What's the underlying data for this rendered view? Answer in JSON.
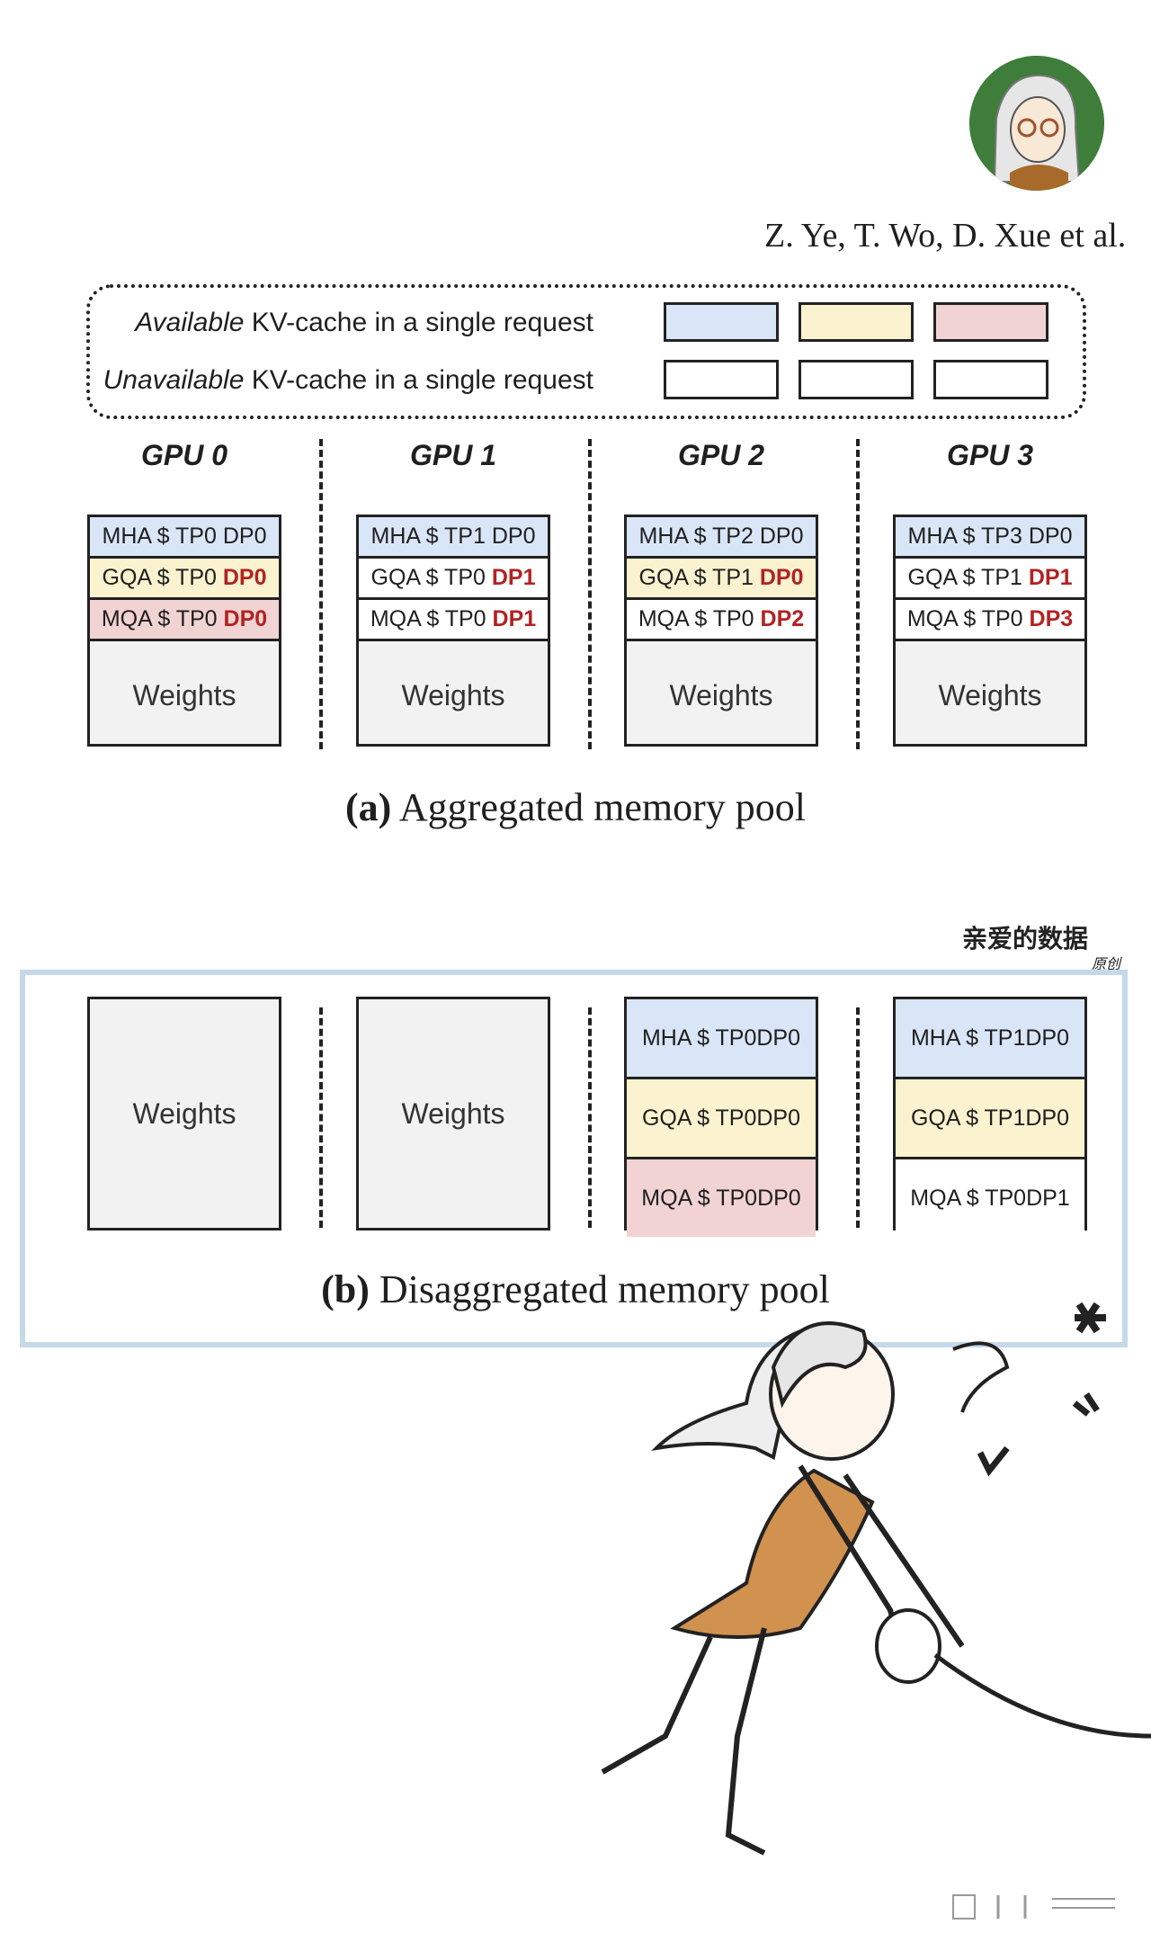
{
  "authors": "Z. Ye, T. Wo, D. Xue et al.",
  "legend": {
    "available_em": "Available",
    "available_rest": " KV-cache in a single request",
    "unavailable_em": "Unavailable",
    "unavailable_rest": " KV-cache in a single request"
  },
  "colors": {
    "mha": "#d9e6f7",
    "gqa": "#fbf3cf",
    "mqa": "#f2d3d3",
    "unavailable": "#ffffff",
    "weights": "#f2f2f2",
    "highlight": "#b22222"
  },
  "panel_a": {
    "caption_label": "(a)",
    "caption_text": " Aggregated memory pool",
    "gpus": [
      {
        "title": "GPU 0",
        "rows": [
          {
            "prefix": "MHA $ TP0 ",
            "dp": "DP0",
            "dp_red": false,
            "available": true,
            "kind": "mha"
          },
          {
            "prefix": "GQA $ TP0 ",
            "dp": "DP0",
            "dp_red": true,
            "available": true,
            "kind": "gqa"
          },
          {
            "prefix": "MQA $ TP0 ",
            "dp": "DP0",
            "dp_red": true,
            "available": true,
            "kind": "mqa"
          }
        ],
        "weights": "Weights"
      },
      {
        "title": "GPU 1",
        "rows": [
          {
            "prefix": "MHA $ TP1 ",
            "dp": "DP0",
            "dp_red": false,
            "available": true,
            "kind": "mha"
          },
          {
            "prefix": "GQA $ TP0 ",
            "dp": "DP1",
            "dp_red": true,
            "available": false,
            "kind": "gqa"
          },
          {
            "prefix": "MQA $ TP0 ",
            "dp": "DP1",
            "dp_red": true,
            "available": false,
            "kind": "mqa"
          }
        ],
        "weights": "Weights"
      },
      {
        "title": "GPU 2",
        "rows": [
          {
            "prefix": "MHA $ TP2 ",
            "dp": "DP0",
            "dp_red": false,
            "available": true,
            "kind": "mha"
          },
          {
            "prefix": "GQA $ TP1 ",
            "dp": "DP0",
            "dp_red": true,
            "available": true,
            "kind": "gqa"
          },
          {
            "prefix": "MQA $ TP0 ",
            "dp": "DP2",
            "dp_red": true,
            "available": false,
            "kind": "mqa"
          }
        ],
        "weights": "Weights"
      },
      {
        "title": "GPU 3",
        "rows": [
          {
            "prefix": "MHA $ TP3 ",
            "dp": "DP0",
            "dp_red": false,
            "available": true,
            "kind": "mha"
          },
          {
            "prefix": "GQA $ TP1 ",
            "dp": "DP1",
            "dp_red": true,
            "available": false,
            "kind": "gqa"
          },
          {
            "prefix": "MQA $ TP0 ",
            "dp": "DP3",
            "dp_red": true,
            "available": false,
            "kind": "mqa"
          }
        ],
        "weights": "Weights"
      }
    ]
  },
  "panel_b": {
    "caption_label": "(b)",
    "caption_text": " Disaggregated memory pool",
    "weights_1": "Weights",
    "weights_2": "Weights",
    "gpu_c": [
      {
        "prefix": "MHA $ TP0 ",
        "dp": "DP0",
        "dp_red": false,
        "available": true,
        "kind": "mha"
      },
      {
        "prefix": "GQA $ TP0 ",
        "dp": "DP0",
        "dp_red": false,
        "available": true,
        "kind": "gqa"
      },
      {
        "prefix": "MQA $ TP0 ",
        "dp": "DP0",
        "dp_red": true,
        "available": true,
        "kind": "mqa"
      }
    ],
    "gpu_d": [
      {
        "prefix": "MHA $ TP1 ",
        "dp": "DP0",
        "dp_red": false,
        "available": true,
        "kind": "mha"
      },
      {
        "prefix": "GQA $ TP1 ",
        "dp": "DP0",
        "dp_red": false,
        "available": true,
        "kind": "gqa"
      },
      {
        "prefix": "MQA $ TP0 ",
        "dp": "DP1",
        "dp_red": true,
        "available": false,
        "kind": "mqa"
      }
    ]
  },
  "watermark": {
    "title": "亲爱的数据",
    "sub": "原创"
  }
}
